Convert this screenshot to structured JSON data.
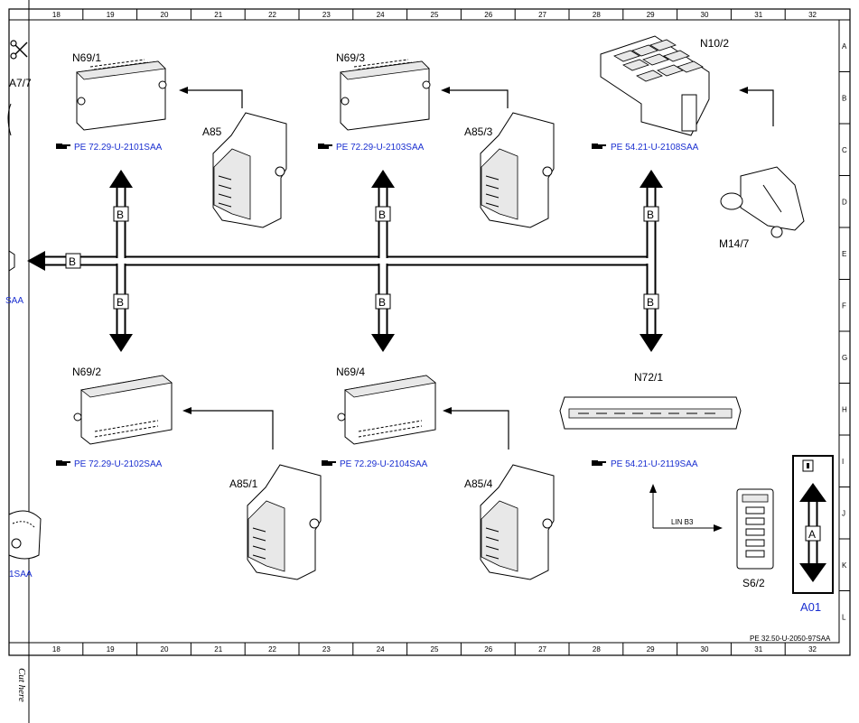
{
  "colors": {
    "link": "#1a2fd0",
    "line": "#000000",
    "accent_blue": "#1a2fd0"
  },
  "grid": {
    "columns": [
      "18",
      "19",
      "20",
      "21",
      "22",
      "23",
      "24",
      "25",
      "26",
      "27",
      "28",
      "29",
      "30",
      "31",
      "32"
    ],
    "rows": [
      "A",
      "B",
      "C",
      "D",
      "E",
      "F",
      "G",
      "H",
      "I",
      "J",
      "K",
      "L"
    ]
  },
  "components": {
    "n69_1": "N69/1",
    "n69_3": "N69/3",
    "n10_2": "N10/2",
    "a85": "A85",
    "a85_3": "A85/3",
    "m14_7": "M14/7",
    "n69_2": "N69/2",
    "n69_4": "N69/4",
    "n72_1": "N72/1",
    "a85_1": "A85/1",
    "a85_4": "A85/4",
    "s6_2": "S6/2",
    "a7_7": "A7/7"
  },
  "references": {
    "n69_1": "PE 72.29-U-2101SAA",
    "n69_3": "PE 72.29-U-2103SAA",
    "n10_2": "PE 54.21-U-2108SAA",
    "n69_2": "PE 72.29-U-2102SAA",
    "n69_4": "PE 72.29-U-2104SAA",
    "n72_1": "PE 54.21-U-2119SAA",
    "left_cut_1": "SAA",
    "left_cut_2": "1SAA"
  },
  "bus": {
    "label_b": "B",
    "label_a": "A",
    "lin_label": "LIN B3"
  },
  "legend": {
    "code": "A01"
  },
  "footer": {
    "doc_ref": "PE 32.50-U-2050-97SAA",
    "cut_here": "Cut here"
  },
  "icons": {
    "finger": "pointing-hand-icon",
    "scissors": "scissors-icon",
    "info": "info-icon"
  }
}
